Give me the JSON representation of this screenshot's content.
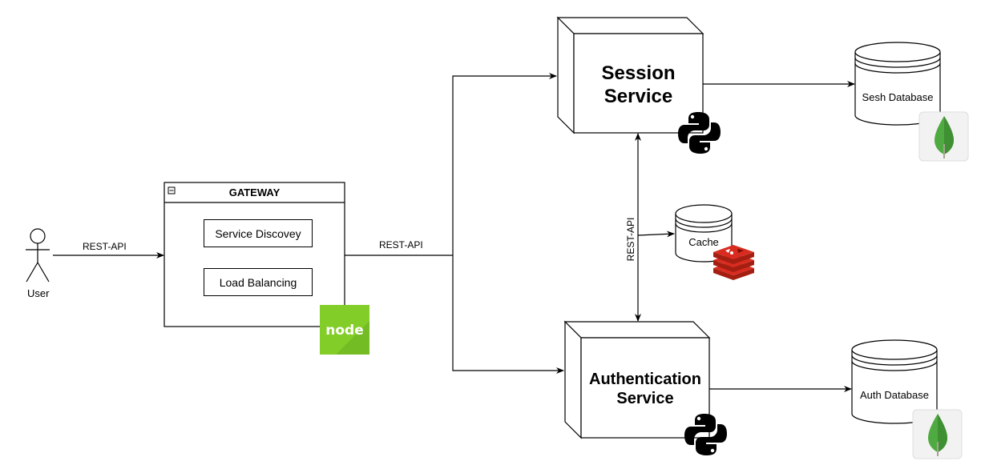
{
  "actor": {
    "label": "User"
  },
  "gateway": {
    "title": "GATEWAY",
    "items": [
      "Service Discovey",
      "Load Balancing"
    ]
  },
  "services": {
    "session": {
      "line1": "Session",
      "line2": "Service"
    },
    "auth": {
      "line1": "Authentication",
      "line2": "Service"
    }
  },
  "databases": {
    "sesh": "Sesh Database",
    "auth": "Auth Database",
    "cache": "Cache"
  },
  "edges": {
    "user_gateway": "REST-API",
    "gateway_services": "REST-API",
    "session_auth": "REST-API"
  },
  "logos": {
    "node": "node",
    "python": "python-icon",
    "mongodb": "mongodb-icon",
    "redis": "redis-icon"
  },
  "colors": {
    "node_green": "#83cd29",
    "python_black": "#000000",
    "mongo_green": "#4faa41",
    "redis_red": "#c6302b"
  }
}
